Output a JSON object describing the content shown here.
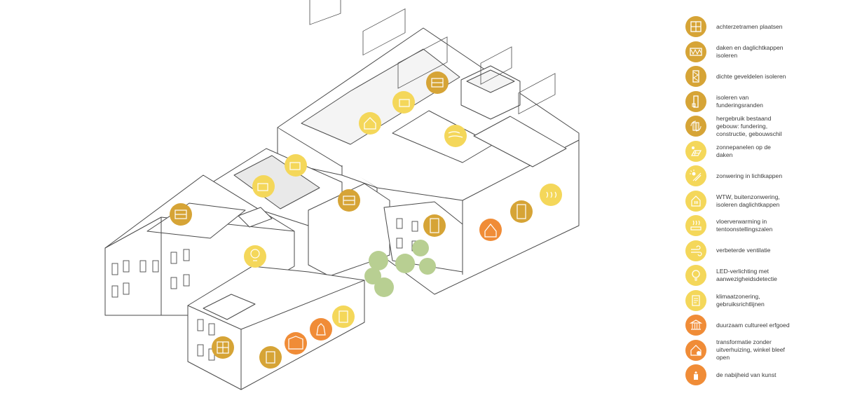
{
  "colors": {
    "dark_gold": "#d6a436",
    "yellow": "#f4d75a",
    "orange": "#f08c37",
    "building_stroke": "#4a4a4a",
    "tree": "#b8cf92"
  },
  "legend": [
    {
      "label": "achterzetramen plaatsen",
      "color": "#d6a436",
      "icon": "window-frame-icon"
    },
    {
      "label": "daken en daglichtkappen\nisoleren",
      "color": "#d6a436",
      "icon": "roof-insulation-icon"
    },
    {
      "label": "dichte geveldelen isoleren",
      "color": "#d6a436",
      "icon": "facade-insulation-icon"
    },
    {
      "label": "isoleren van\nfunderingsranden",
      "color": "#d6a436",
      "icon": "foundation-insulation-icon"
    },
    {
      "label": "hergebruik bestaand\ngebouw: fundering,\nconstructie, gebouwschil",
      "color": "#d6a436",
      "icon": "reuse-building-icon"
    },
    {
      "label": "zonnepanelen op de\ndaken",
      "color": "#f4d75a",
      "icon": "solar-panel-icon"
    },
    {
      "label": "zonwering in lichtkappen",
      "color": "#f4d75a",
      "icon": "sun-shading-icon"
    },
    {
      "label": "WTW, buitenzonwering,\nisoleren daglichtkappen",
      "color": "#f4d75a",
      "icon": "heat-recovery-icon"
    },
    {
      "label": "vloerverwarming in\ntentoonstellingszalen",
      "color": "#f4d75a",
      "icon": "floor-heating-icon"
    },
    {
      "label": "verbeterde ventilatie",
      "color": "#f4d75a",
      "icon": "ventilation-icon"
    },
    {
      "label": "LED-verlichting met\naanwezigheidsdetectie",
      "color": "#f4d75a",
      "icon": "led-bulb-icon"
    },
    {
      "label": "klimaatzonering,\ngebruiksrichtlijnen",
      "color": "#f4d75a",
      "icon": "clipboard-icon"
    },
    {
      "label": "duurzaam cultureel erfgoed",
      "color": "#f08c37",
      "icon": "heritage-building-icon"
    },
    {
      "label": "transformatie zonder\nuitverhuizing, winkel bleef\nopen",
      "color": "#f08c37",
      "icon": "house-check-icon"
    },
    {
      "label": "de nabijheid van kunst",
      "color": "#f08c37",
      "icon": "art-vase-icon"
    }
  ]
}
